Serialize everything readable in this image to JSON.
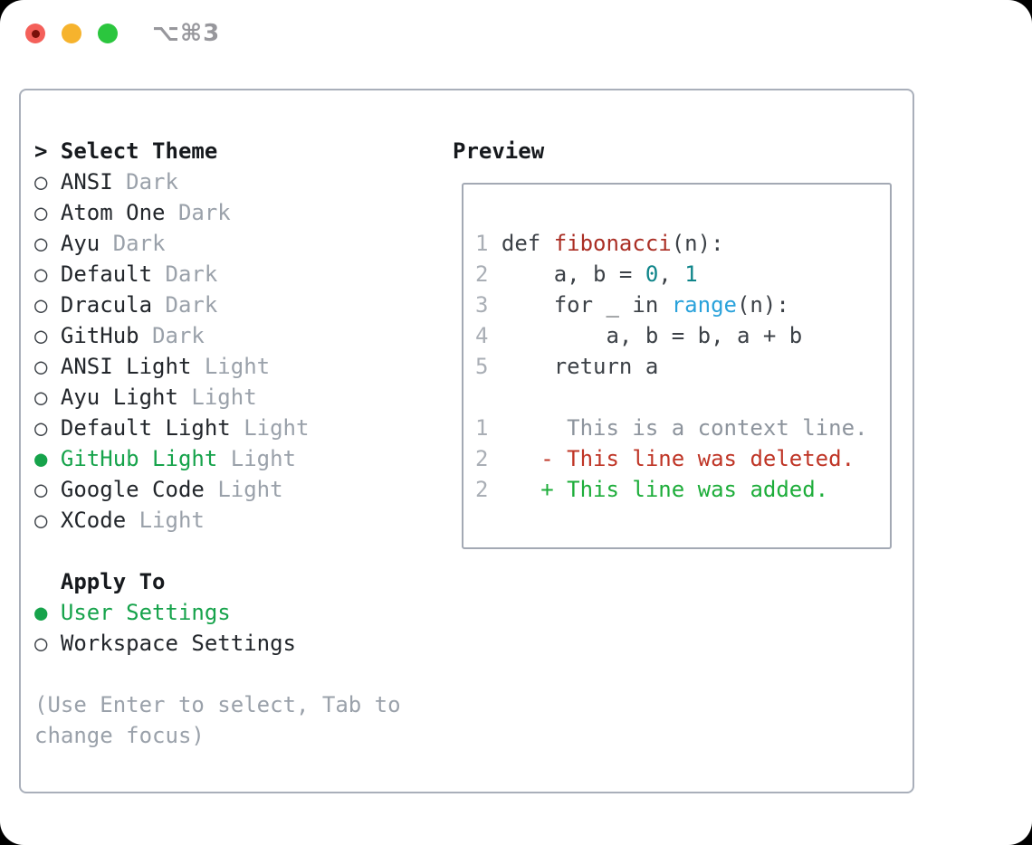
{
  "window": {
    "shortcut_label": "⌥⌘3",
    "traffic_lights": {
      "close_color": "#f4605a",
      "close_dot_color": "#7a100a",
      "minimize_color": "#f6b32d",
      "zoom_color": "#2bc63e"
    }
  },
  "theme_panel": {
    "cursor": ">",
    "select_title": "Select Theme",
    "themes": [
      {
        "name": "ANSI",
        "variant": "Dark",
        "selected": false
      },
      {
        "name": "Atom One",
        "variant": "Dark",
        "selected": false
      },
      {
        "name": "Ayu",
        "variant": "Dark",
        "selected": false
      },
      {
        "name": "Default",
        "variant": "Dark",
        "selected": false
      },
      {
        "name": "Dracula",
        "variant": "Dark",
        "selected": false
      },
      {
        "name": "GitHub",
        "variant": "Dark",
        "selected": false
      },
      {
        "name": "ANSI Light",
        "variant": "Light",
        "selected": false
      },
      {
        "name": "Ayu Light",
        "variant": "Light",
        "selected": false
      },
      {
        "name": "Default Light",
        "variant": "Light",
        "selected": false
      },
      {
        "name": "GitHub Light",
        "variant": "Light",
        "selected": true
      },
      {
        "name": "Google Code",
        "variant": "Light",
        "selected": false
      },
      {
        "name": "XCode",
        "variant": "Light",
        "selected": false
      }
    ],
    "apply_title": "Apply To",
    "apply_options": [
      {
        "label": "User Settings",
        "selected": true
      },
      {
        "label": "Workspace Settings",
        "selected": false
      }
    ],
    "hint_lines": [
      "(Use Enter to select, Tab to",
      "change focus)"
    ]
  },
  "preview": {
    "title": "Preview",
    "lines": [
      {
        "num": "1",
        "segments": [
          {
            "t": "def ",
            "c": "code"
          },
          {
            "t": "fibonacci",
            "c": "func"
          },
          {
            "t": "(n):",
            "c": "code"
          }
        ]
      },
      {
        "num": "2",
        "segments": [
          {
            "t": "    a, b = ",
            "c": "code"
          },
          {
            "t": "0",
            "c": "num"
          },
          {
            "t": ", ",
            "c": "code"
          },
          {
            "t": "1",
            "c": "num"
          }
        ]
      },
      {
        "num": "3",
        "segments": [
          {
            "t": "    for _ in ",
            "c": "code"
          },
          {
            "t": "range",
            "c": "builtin"
          },
          {
            "t": "(n):",
            "c": "code"
          }
        ]
      },
      {
        "num": "4",
        "segments": [
          {
            "t": "        a, b = b, a + b",
            "c": "code"
          }
        ]
      },
      {
        "num": "5",
        "segments": [
          {
            "t": "    return a",
            "c": "code"
          }
        ]
      },
      {
        "num": "",
        "segments": []
      },
      {
        "num": "1",
        "segments": [
          {
            "t": "     ",
            "c": "code"
          },
          {
            "t": "This is a context line.",
            "c": "context"
          }
        ]
      },
      {
        "num": "2",
        "segments": [
          {
            "t": "   ",
            "c": "code"
          },
          {
            "t": "- This line was deleted.",
            "c": "deleted"
          }
        ]
      },
      {
        "num": "2",
        "segments": [
          {
            "t": "   ",
            "c": "code"
          },
          {
            "t": "+ This line was added.",
            "c": "added"
          }
        ]
      }
    ]
  },
  "colors": {
    "accent_green": "#16a34b",
    "added_green": "#1dad3a",
    "deleted_red": "#bf3526",
    "function_red": "#aa2e24",
    "builtin_blue": "#2aa2db",
    "number_teal": "#0f858a",
    "muted_gray": "#9aa1aa",
    "text_dark": "#22262b"
  }
}
